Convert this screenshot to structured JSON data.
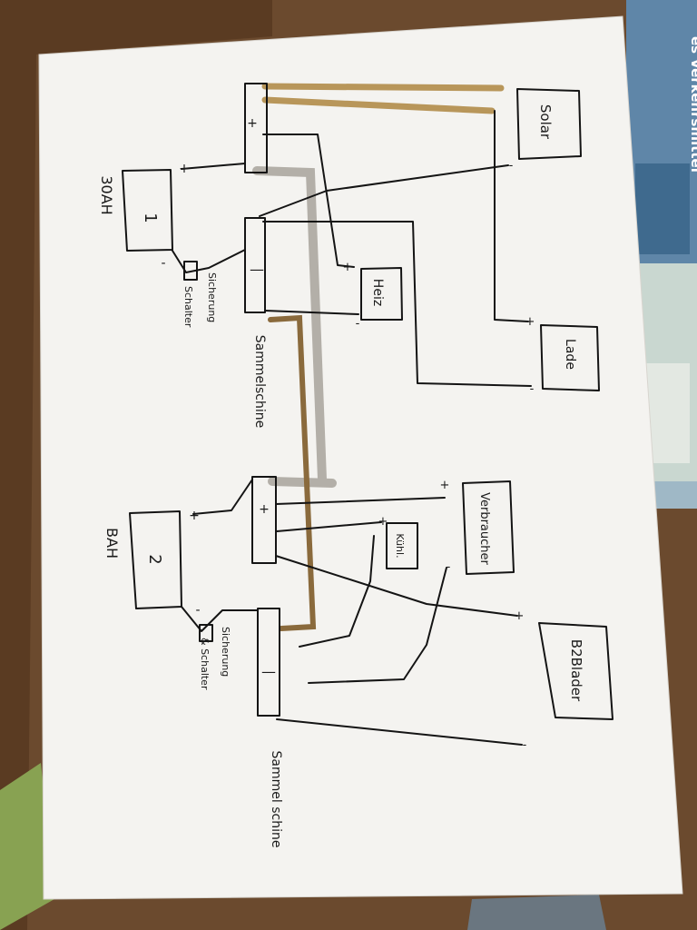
{
  "diagram": {
    "components": {
      "battery1": {
        "number": "1",
        "capacity": "30AH"
      },
      "battery2": {
        "number": "2",
        "capacity": "BAH"
      },
      "solar": "Solar",
      "heater": "Heiz",
      "charger": "Lade",
      "consumers": "Verbraucher",
      "fridge": "Kühl.",
      "b2b": "B2Blader"
    },
    "busbars": {
      "top_label": "Sammelschine",
      "bottom_label": "Sammel schine"
    },
    "fuse_switch": {
      "top": [
        "Sicherung",
        "Schalter"
      ],
      "bottom": [
        "Sicherung",
        "& Schalter"
      ]
    },
    "polarity": {
      "plus": "+",
      "minus": "-",
      "busbar_minus": "—"
    }
  },
  "background": {
    "magazine_heading": "es Verkehrsmittel",
    "colors": {
      "paper": "#f4f3f0",
      "ink": "#141414",
      "wood": "#6b4a2e",
      "gold_wire": "#b8965a",
      "silver_wire": "#b3afa8",
      "brown_wire": "#8a6a3c"
    }
  }
}
